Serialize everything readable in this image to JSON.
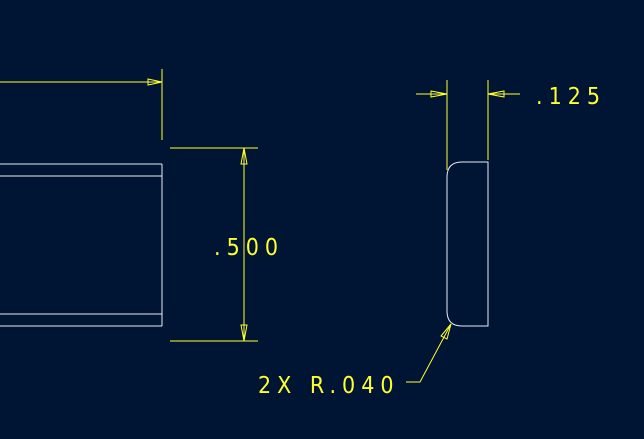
{
  "colors": {
    "background": "#001434",
    "geometry": "#e8eef6",
    "dimension": "#ffff2e"
  },
  "dimensions": {
    "height_label": ".500",
    "thickness_label": ".125",
    "radius_label": "2X R.040"
  }
}
